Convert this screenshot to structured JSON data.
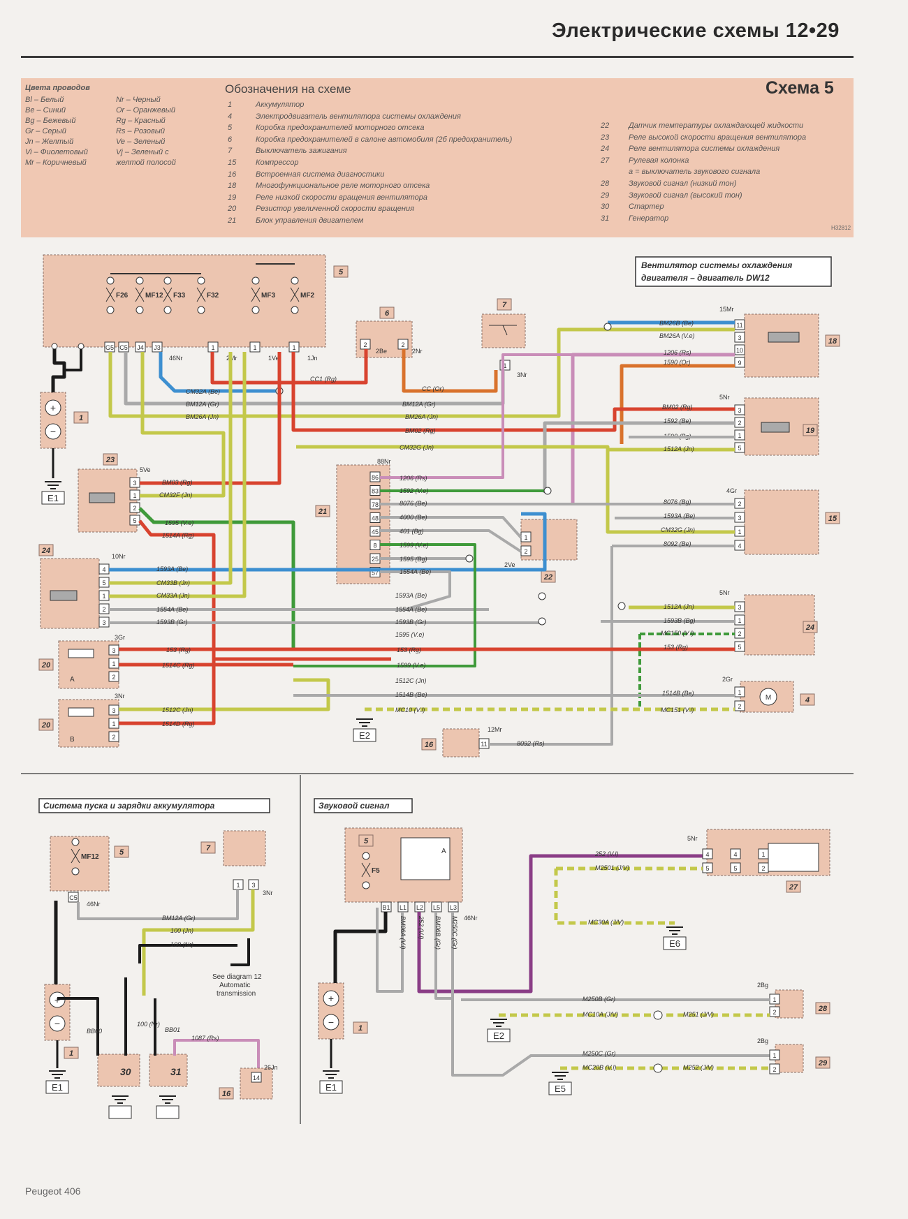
{
  "header": {
    "title": "Электрические схемы 12•29"
  },
  "legend": {
    "colors_title": "Цвета проводов",
    "colors_col1": [
      "Bl – Белый",
      "Bе – Синий",
      "Bg – Бежевый",
      "Gr – Серый",
      "Jn – Желтый",
      "Vi – Фиолетовый",
      "Mr – Коричневый"
    ],
    "colors_col2": [
      "Nr – Черный",
      "Or – Оранжевый",
      "Rg – Красный",
      "Rs – Розовый",
      "Ve – Зеленый",
      "Vj – Зеленый с",
      "желтой полосой"
    ],
    "title": "Обозначения на схеме",
    "scheme": "Схема 5",
    "items_left": [
      {
        "n": "1",
        "t": "Аккумулятор"
      },
      {
        "n": "4",
        "t": "Электродвигатель вентилятора системы охлаждения"
      },
      {
        "n": "5",
        "t": "Коробка предохранителей моторного отсека"
      },
      {
        "n": "6",
        "t": "Коробка предохранителей в салоне автомобиля (2б предохранитель)"
      },
      {
        "n": "7",
        "t": "Выключатель зажигания"
      },
      {
        "n": "15",
        "t": "Компрессор"
      },
      {
        "n": "16",
        "t": "Встроенная система диагностики"
      },
      {
        "n": "18",
        "t": "Многофункциональное реле моторного отсека"
      },
      {
        "n": "19",
        "t": "Реле низкой скорости вращения вентилятора"
      },
      {
        "n": "20",
        "t": "Резистор увеличенной скорости вращения"
      },
      {
        "n": "21",
        "t": "Блок управления двигателем"
      }
    ],
    "items_right": [
      {
        "n": "22",
        "t": "Датчик температуры охлаждающей жидкости"
      },
      {
        "n": "23",
        "t": "Реле высокой скорости вращения вентилятора"
      },
      {
        "n": "24",
        "t": "Реле вентилятора системы охлаждения"
      },
      {
        "n": "27",
        "t": "Рулевая колонка"
      },
      {
        "n": "",
        "t": "а = выключатель звукового сигнала"
      },
      {
        "n": "28",
        "t": "Звуковой сигнал (низкий тон)"
      },
      {
        "n": "29",
        "t": "Звуковой сигнал (высокий тон)"
      },
      {
        "n": "30",
        "t": "Стартер"
      },
      {
        "n": "31",
        "t": "Генератор"
      }
    ],
    "code": "H32812"
  },
  "main": {
    "title_line1": "Вентилятор системы охлаждения",
    "title_line2": "двигателя – двигатель DW12",
    "fuses": [
      "F26",
      "MF12",
      "F33",
      "F32",
      "MF3",
      "MF2"
    ],
    "pins5": [
      "G5",
      "C5",
      "J4",
      "J3",
      "1",
      "1",
      "1"
    ],
    "pins5_labels": [
      "46Nr",
      "2Mr",
      "1Ve",
      "1Jn"
    ],
    "block_labels": {
      "b5": "5",
      "b1": "1",
      "b6": "6",
      "b7": "7",
      "b18": "18",
      "b19": "19",
      "b15": "15",
      "b23": "23",
      "b24a": "24",
      "b21": "21",
      "b22": "22",
      "b24b": "24",
      "b20a": "20",
      "b20b": "20",
      "b4": "4",
      "b16": "16"
    },
    "conn_labels": {
      "c6": "2Bе",
      "c6b": "2Nr",
      "c7": "3Nr",
      "c18": "15Mr",
      "c19": "5Nr",
      "c15": "4Gr",
      "c23": "5Ve",
      "c24a": "10Nr",
      "c21": "88Nr",
      "c22": "2Ve",
      "c24b": "5Nr",
      "c20a": "3Gr",
      "c20b": "3Nr",
      "c4": "2Gr",
      "c16": "12Mr",
      "A": "A",
      "B": "B"
    },
    "pins6": [
      "2",
      "2"
    ],
    "pins7": [
      "1"
    ],
    "pins18": [
      "11",
      "3",
      "10",
      "9"
    ],
    "pins19": [
      "3",
      "2",
      "1",
      "5"
    ],
    "pins15": [
      "2",
      "3",
      "1",
      "4"
    ],
    "pins23": [
      "3",
      "1",
      "2",
      "5"
    ],
    "pins24a": [
      "4",
      "5",
      "1",
      "2",
      "3"
    ],
    "pins21": [
      "86",
      "83",
      "78",
      "48",
      "45",
      "8",
      "25",
      "57"
    ],
    "pins22": [
      "1",
      "2"
    ],
    "pins24b": [
      "3",
      "1",
      "2",
      "5"
    ],
    "pins20a": [
      "3",
      "1",
      "2"
    ],
    "pins20b": [
      "3",
      "1",
      "2"
    ],
    "pins4": [
      "1",
      "2"
    ],
    "pins16": [
      "11"
    ],
    "wires": {
      "cc1": "CC1 (Rg)",
      "cc": "CC (Or)",
      "cm32a": "CM32A (Bе)",
      "bm12a_l": "BM12A (Gr)",
      "bm12a_r": "BM12A (Gr)",
      "bm26a_l": "BM26A (Jn)",
      "bm26a_r": "BM26A (Jn)",
      "bm02_c": "BM02 (Rg)",
      "cm32g_c": "CM32G (Jn)",
      "bm26b": "BM26B (Bе)",
      "bm26a_vj": "BM26A (V.e)",
      "w1206_18": "1206 (Rs)",
      "w1590_18": "1590 (Or)",
      "bm02_19": "BM02 (Rg)",
      "w1592_19": "1592 (Bе)",
      "w1590_19": "1590 (Bg)",
      "w1512a_19": "1512A (Jn)",
      "w8076_15": "8076 (Bg)",
      "w1593a_15": "1593A (Bе)",
      "cm32g_15": "CM32G (Jn)",
      "w8092_15": "8092 (Bе)",
      "bm03": "BM03 (Rg)",
      "cm32f": "CM32F (Jn)",
      "w1595": "1595 (V.e)",
      "w1514a": "1514A (Rg)",
      "w1593a_24": "1593A (Bе)",
      "cm33b": "CM33B (Jn)",
      "cm33a": "CM33A (Jn)",
      "w1554a_24": "1554A (Bе)",
      "w1593b_24": "1593B (Gr)",
      "w1206_21": "1206 (Rs)",
      "w1592_21": "1592 (V.e)",
      "w8076_21": "8076 (Bе)",
      "w4000": "4000 (Bе)",
      "w401": "401 (Bg)",
      "w1599_21": "1599 (V.e)",
      "w1595_21": "1595 (Bg)",
      "w1554a_21": "1554A (Bе)",
      "w1593a_m": "1593A (Bе)",
      "w1554a_m": "1554A (Bе)",
      "w1593b_m": "1593B (Gr)",
      "w1595_m": "1595 (V.e)",
      "w1512a_24": "1512A (Jn)",
      "w1593b_24b": "1593B (Bg)",
      "mc150": "MC150 (V.l)",
      "w153_24": "153 (Rg)",
      "w153_20": "153 (Rg)",
      "w1514c": "1514C (Rg)",
      "w153_m": "153 (Rg)",
      "w1599_m": "1599 (V.e)",
      "w1512c_m": "1512C (Jn)",
      "w1514b_m": "1514B (Bе)",
      "mc10": "MC10 (V.l)",
      "w1512c_20": "1512C (Jn)",
      "w1514d": "1514D (Rg)",
      "w1514b_4": "1514B (Bе)",
      "mc151": "MC151 (V.l)",
      "w8092_16": "8092 (Rs)"
    },
    "grounds": {
      "e1": "E1",
      "e2": "E2"
    }
  },
  "start": {
    "title": "Система пуска и зарядки аккумулятора",
    "blocks": {
      "b5": "5",
      "b7": "7",
      "b1": "1",
      "b30": "30",
      "b31": "31",
      "b16": "16"
    },
    "fuse": "MF12",
    "pin_c5": "C5",
    "c5_label": "46Nr",
    "pins7": [
      "1",
      "3"
    ],
    "c7_label": "3Nr",
    "pin16": "14",
    "c16_label": "26Jn",
    "wires": {
      "bm12a": "BM12A (Gr)",
      "w100jn": "100 (Jn)",
      "w100nr": "100 (Nr)",
      "bb00": "BB00",
      "w100v": "100 (Nr)",
      "w1087": "1087 (Rs)",
      "bb01": "BB01"
    },
    "note1": "See diagram 12",
    "note2": "Automatic",
    "note3": "transmission",
    "ground": "E1"
  },
  "horn": {
    "title": "Звуковой сигнал",
    "blocks": {
      "b5": "5",
      "b1": "1",
      "b27": "27",
      "b28": "28",
      "b29": "29"
    },
    "fuse": "F5",
    "relay_label": "A",
    "pins5": [
      "B1",
      "L1",
      "L2",
      "L5",
      "L3"
    ],
    "pins5_label": "46Nr",
    "vwires": [
      "BM06A (V.l)",
      "252 (V.l)",
      "BM06B (Gr)",
      "M250C (Gr)"
    ],
    "pins27a": [
      "4",
      "5"
    ],
    "pins27b": [
      "4",
      "5"
    ],
    "pins27c": [
      "1",
      "2"
    ],
    "c27_label": "5Nr",
    "pins28": [
      "1",
      "2"
    ],
    "pins29": [
      "1",
      "2"
    ],
    "c28_label": "2Bg",
    "c29_label": "2Bg",
    "wires": {
      "w252": "252 (V.l)",
      "m2501": "M2501 (J/V)",
      "mc30a": "MC30A (J/V)",
      "m250b": "M250B (Gr)",
      "mc10a": "MC10A (J/V)",
      "m251": "M251 (J/V)",
      "m250c": "M250C (Gr)",
      "mc20b": "MC20B (V.l)",
      "m252": "M252 (J/V)"
    },
    "grounds": {
      "e1": "E1",
      "e2": "E2",
      "e5": "E5",
      "e6": "E6"
    }
  },
  "footer": "Peugeot 406",
  "colors": {
    "box": "#ecc5b0",
    "red": "#d8432f",
    "blue": "#3d8fd0",
    "yellow": "#c3c84a",
    "green": "#3f9a3a",
    "grey": "#a9a9a9",
    "orange": "#d9722c",
    "pink": "#c98db8",
    "purple": "#8a3d86",
    "black": "#1b1b1b"
  }
}
